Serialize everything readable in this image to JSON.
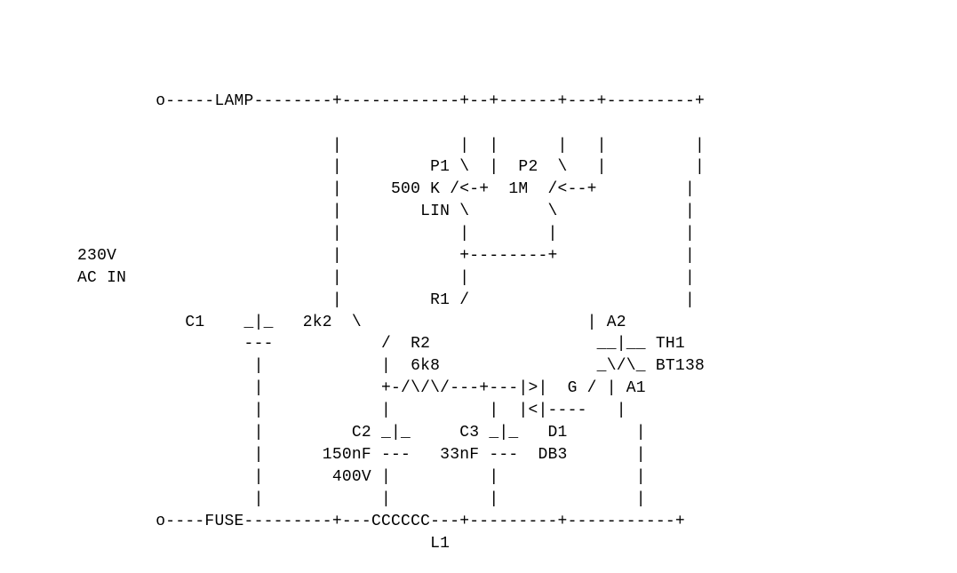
{
  "schematic": {
    "lines": [
      "                        ",
      "        o-----LAMP--------+------------+--+------+---+---------+",
      "                          |            |  |      |   |         |",
      "                          |         P1 \\  |  P2  \\   |         |",
      "                          |     500 K /<-+  1M  /<--+         |",
      "                          |        LIN \\        \\             |",
      "                          |            |        |             |",
      "230V                      |            +--------+             |",
      "AC IN                     |            |                      |",
      "                          |         R1 /                      |",
      "           C1    _|_   2k2  \\                       | A2",
      "                 ---           /  R2                 __|__ TH1",
      "                  |            |  6k8                _\\/\\_ BT138",
      "                  |            +-/\\/\\/---+---|>|  G / | A1",
      "                  |            |          |  |<|----   |",
      "                  |         C2 _|_     C3 _|_   D1       |",
      "                  |      150nF ---   33nF ---  DB3       |",
      "                  |       400V |          |              |",
      "                  |            |          |              |",
      "        o----FUSE---------+---CCCCCC---+---------+-----------+",
      "                                    L1"
    ]
  }
}
